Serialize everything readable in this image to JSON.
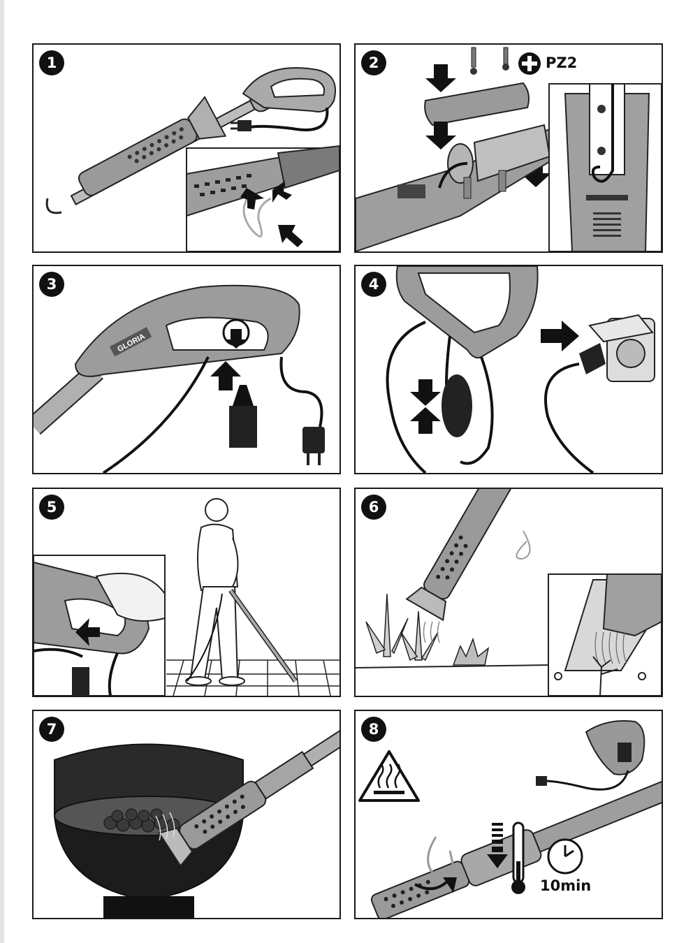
{
  "steps": [
    {
      "number": "1"
    },
    {
      "number": "2",
      "screw_label": "PZ2",
      "screw_icon": "phillips-screwdriver-icon"
    },
    {
      "number": "3"
    },
    {
      "number": "4"
    },
    {
      "number": "5"
    },
    {
      "number": "6"
    },
    {
      "number": "7"
    },
    {
      "number": "8",
      "cooldown_label": "10min",
      "icons": [
        "hot-surface-warning-icon",
        "thermometer-icon",
        "clock-icon"
      ]
    }
  ],
  "brand": "GLORIA",
  "colors": {
    "ink": "#111111",
    "device_grey": "#9a9a9a",
    "device_dark": "#5c5c5c",
    "background": "#ffffff"
  }
}
